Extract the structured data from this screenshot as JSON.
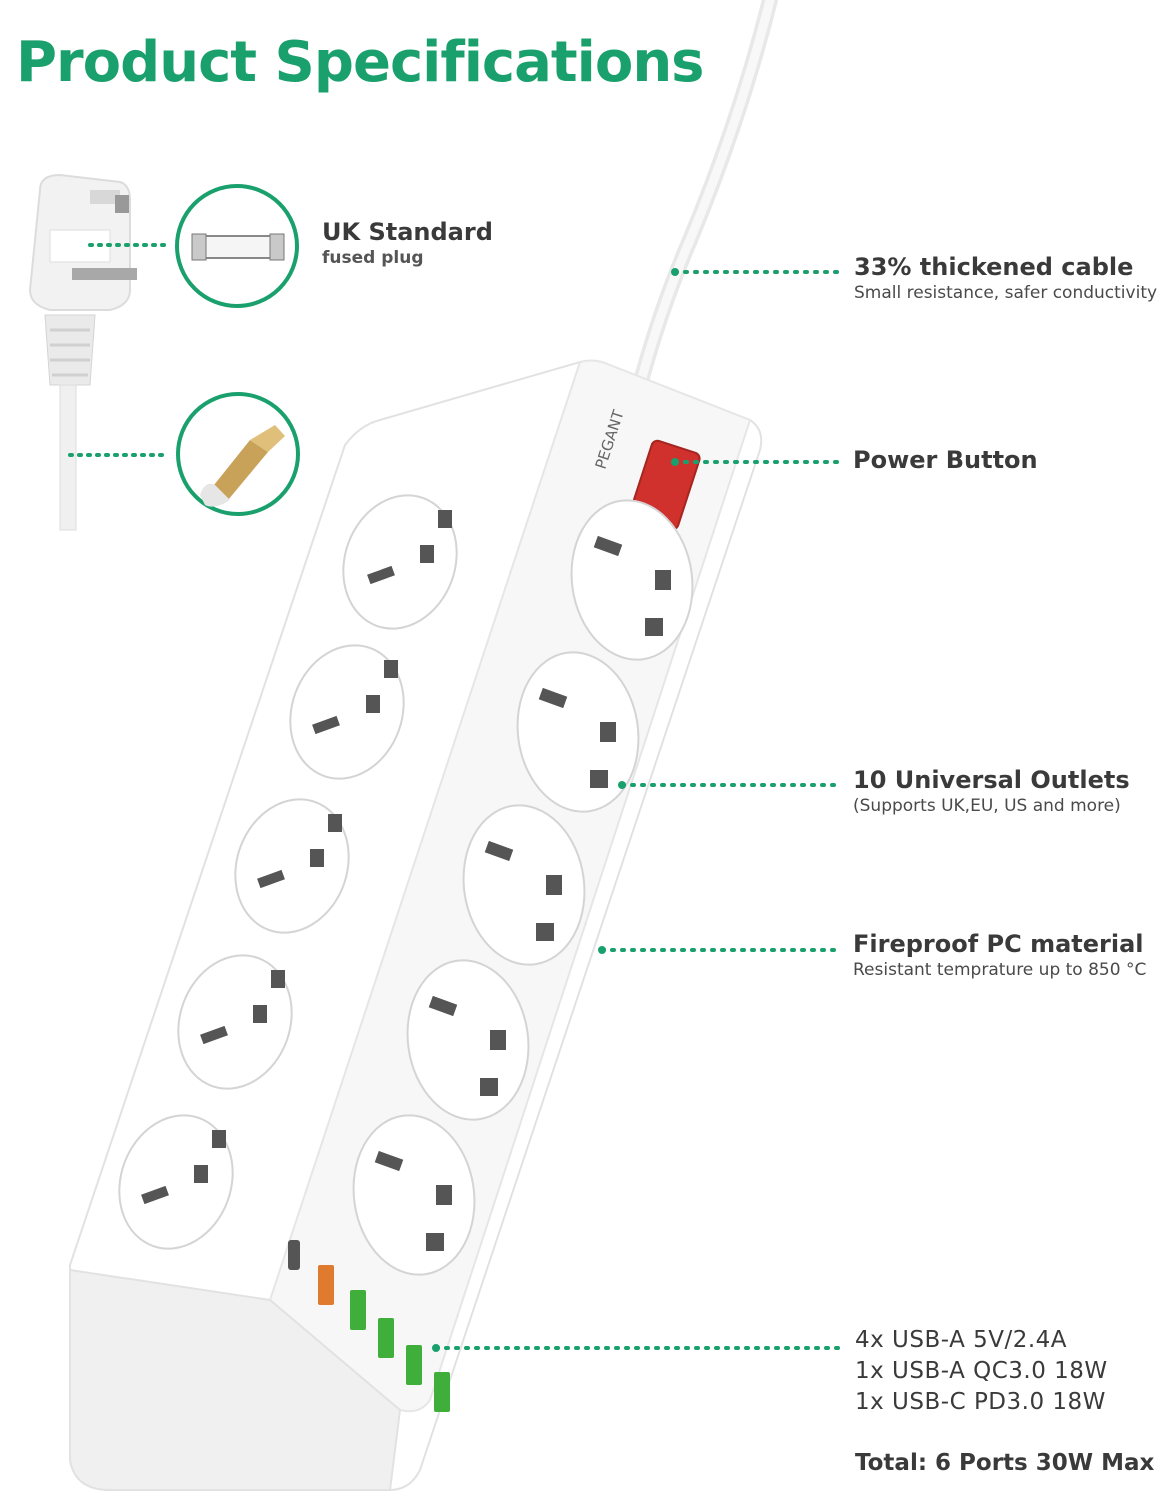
{
  "title": "Product Specifications",
  "brand": "PEGANT",
  "plug": {
    "head": "UK Standard",
    "sub": "fused plug"
  },
  "specs": {
    "cable": {
      "head": "33% thickened cable",
      "sub": "Small resistance, safer conductivity"
    },
    "power": {
      "head": "Power Button"
    },
    "outlets": {
      "head": "10 Universal Outlets",
      "sub": "(Supports UK,EU, US and more)"
    },
    "material": {
      "head": "Fireproof PC material",
      "sub": "Resistant temprature up to 850 °C"
    },
    "usb": {
      "lines": [
        "4x USB-A 5V/2.4A",
        "1x USB-A QC3.0 18W",
        "1x USB-C PD3.0 18W"
      ],
      "total": "Total: 6 Ports 30W Max"
    }
  },
  "colors": {
    "accent": "#1aa06d",
    "switch": "#d0312d",
    "usb_fast": "#e07a2e",
    "usb_std": "#3fae3a"
  }
}
